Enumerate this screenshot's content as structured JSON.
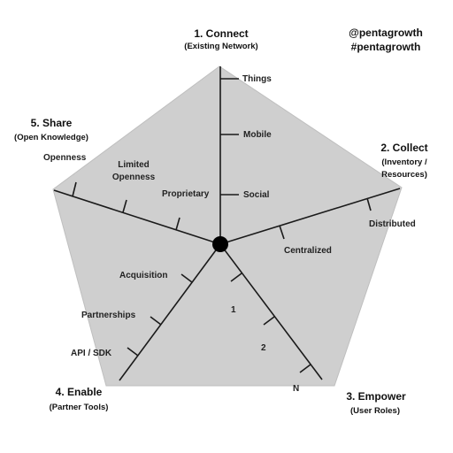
{
  "social": {
    "handle": "@pentagrowth",
    "hashtag": "#pentagrowth"
  },
  "dimensions": {
    "connect": {
      "title": "1. Connect",
      "subtitle": "(Existing Network)",
      "ticks": [
        "Things",
        "Mobile",
        "Social"
      ]
    },
    "collect": {
      "title": "2. Collect",
      "subtitle_line1": "(Inventory /",
      "subtitle_line2": "Resources)",
      "ticks": [
        "Distributed",
        "Centralized"
      ]
    },
    "empower": {
      "title": "3. Empower",
      "subtitle": "(User Roles)",
      "ticks": [
        "N",
        "2",
        "1"
      ]
    },
    "enable": {
      "title": "4. Enable",
      "subtitle": "(Partner Tools)",
      "ticks": [
        "API / SDK",
        "Partnerships",
        "Acquisition"
      ]
    },
    "share": {
      "title": "5. Share",
      "subtitle": "(Open Knowledge)",
      "ticks": [
        "Openness",
        "Limited",
        "Openness",
        "Proprietary"
      ]
    }
  },
  "colors": {
    "pentagon_fill": "#cfcfcf",
    "axis": "#1a1a1a",
    "center": "#000000"
  }
}
